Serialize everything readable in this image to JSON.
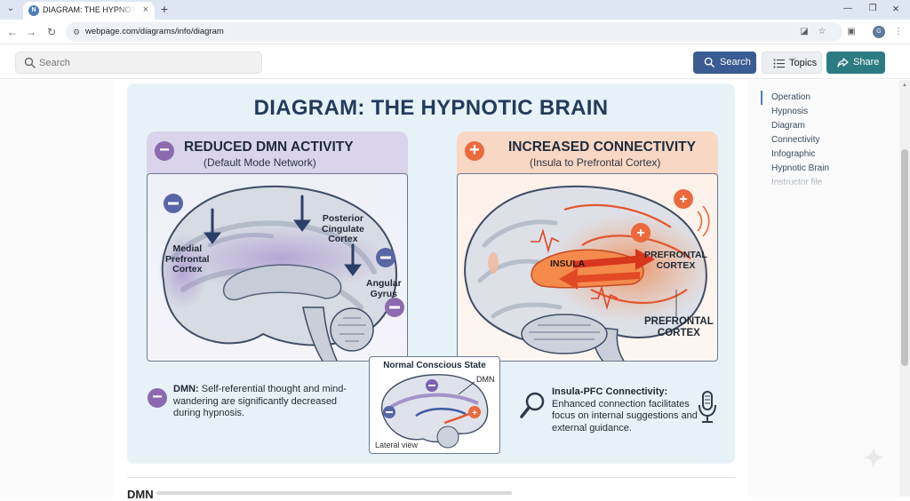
{
  "browser": {
    "tab_title": "DIAGRAM: THE HYPNOTIC BRAIN",
    "favicon_letter": "N",
    "url": "webpage.com/diagrams/info/diagram",
    "profile_letter": "G"
  },
  "header": {
    "search_placeholder": "Search",
    "search_button": "Search",
    "topics_button": "Topics",
    "share_button": "Share"
  },
  "diagram": {
    "title": "DIAGRAM: THE HYPNOTIC BRAIN",
    "left_panel": {
      "title": "REDUCED DMN ACTIVITY",
      "subtitle": "(Default Mode Network)",
      "labels": {
        "medial_1": "Medial",
        "medial_2": "Prefrontal",
        "medial_3": "Cortex",
        "posterior_1": "Posterior",
        "posterior_2": "Cingulate",
        "posterior_3": "Cortex",
        "angular_1": "Angular",
        "angular_2": "Gyrus"
      }
    },
    "right_panel": {
      "title": "INCREASED CONNECTIVITY",
      "subtitle": "(Insula to Prefrontal Cortex)",
      "labels": {
        "insula": "INSULA",
        "pfc_inner_1": "PREFRONTAL",
        "pfc_inner_2": "CORTEX",
        "pfc_outer_1": "PREFRONTAL",
        "pfc_outer_2": "CORTEX"
      }
    },
    "inset": {
      "title": "Normal Conscious State",
      "dmn_label": "DMN",
      "view_label": "Lateral view"
    },
    "notes": {
      "left_bold": "DMN:",
      "left_text": " Self-referential thought and mind-wandering are significantly decreased during hypnosis.",
      "right_bold": "Insula-PFC Connectivity:",
      "right_text": " Enhanced connection facilitates focus on internal suggestions and external guidance."
    },
    "colors": {
      "dmn_purple": "#8b6aae",
      "connectivity_orange": "#ea6a3d",
      "title_navy": "#233b5c"
    }
  },
  "below_fold": {
    "heading_start": "DMN"
  },
  "toc": {
    "items": [
      "Operation",
      "Hypnosis",
      "Diagram",
      "Connectivity",
      "Infographic",
      "Hypnotic Brain",
      "Instructor file"
    ]
  }
}
